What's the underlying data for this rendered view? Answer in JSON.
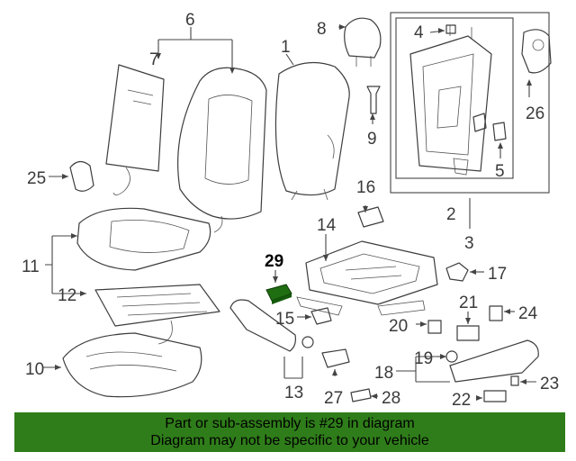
{
  "labels": {
    "p1": "1",
    "p2": "2",
    "p3": "3",
    "p4": "4",
    "p5": "5",
    "p6": "6",
    "p7": "7",
    "p8": "8",
    "p9": "9",
    "p10": "10",
    "p11": "11",
    "p12": "12",
    "p13": "13",
    "p14": "14",
    "p15": "15",
    "p16": "16",
    "p17": "17",
    "p18": "18",
    "p19": "19",
    "p20": "20",
    "p21": "21",
    "p22": "22",
    "p23": "23",
    "p24": "24",
    "p25": "25",
    "p26": "26",
    "p27": "27",
    "p28": "28",
    "p29": "29"
  },
  "highlight": {
    "part": "29",
    "color": "#1f6e12"
  },
  "banner": {
    "line1": "Part or sub-assembly is #29 in diagram",
    "line2": "Diagram may not be specific to your vehicle",
    "background": "#2f7d1a"
  }
}
